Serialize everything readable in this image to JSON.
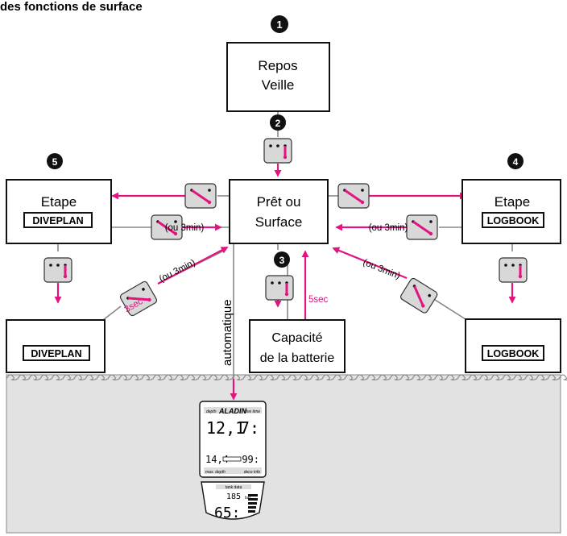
{
  "title": "des fonctions de surface",
  "steps": {
    "s1": "1",
    "s2": "2",
    "s3": "3",
    "s4": "4",
    "s5": "5"
  },
  "boxes": {
    "repos_line1": "Repos",
    "repos_line2": "Veille",
    "pret_line1": "Prêt ou",
    "pret_line2": "Surface",
    "etape_left": "Etape",
    "diveplan_tag": "DIVEPLAN",
    "etape_right": "Etape",
    "logbook_tag": "LOGBOOK",
    "diveplan_box": "DIVEPLAN",
    "logbook_box": "LOGBOOK",
    "batt_line1": "Capacité",
    "batt_line2": "de la batterie"
  },
  "labels": {
    "ou3min_left": "(ou 3min)",
    "ou3min_right": "(ou 3min)",
    "ou3min_diag_left": "(ou 3min)",
    "ou3min_diag_right": "(ou 3min)",
    "sec3": "3sec",
    "sec5": "5sec",
    "automatique": "automatique"
  },
  "device": {
    "brand": "ALADIN",
    "depth_label": "depth",
    "dive_time_label": "dive time",
    "depth_value": "12,1",
    "time_value": "7:",
    "max_depth_value": "14,4",
    "deco_value": "99:",
    "max_depth_label": "max. depth",
    "deco_info_label": "deco info",
    "tank_label": "tank data",
    "bar_value": "185",
    "bar_unit": "bar",
    "tank_big": "65:"
  },
  "colors": {
    "accent": "#e0157f",
    "water": "#e2e2e2",
    "button": "#d8d8d8"
  }
}
